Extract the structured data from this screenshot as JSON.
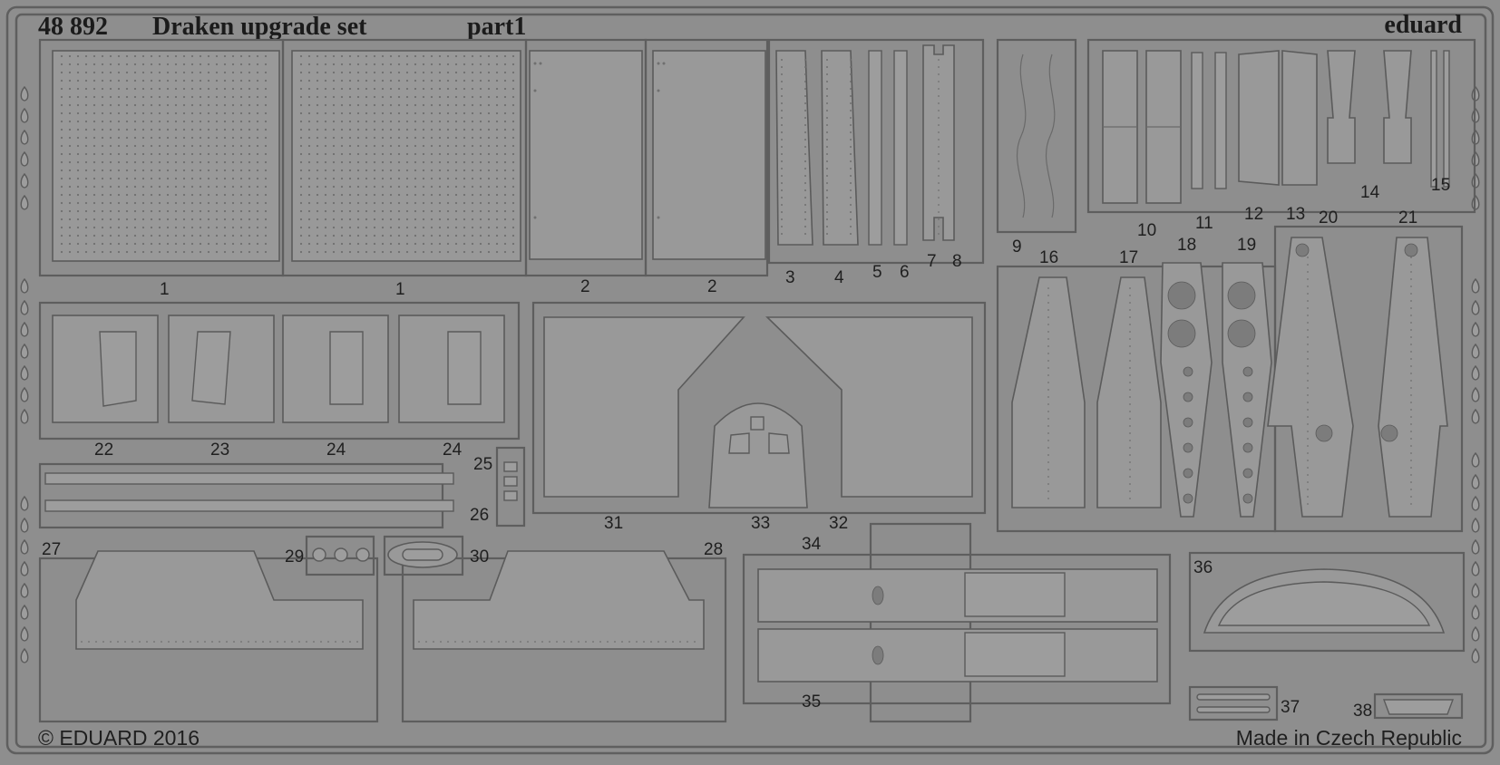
{
  "header": {
    "set_code": "48 892",
    "set_name": "Draken upgrade set",
    "part_label": "part1",
    "brand": "eduard"
  },
  "footer": {
    "copyright": "© EDUARD 2016",
    "origin": "Made in Czech Republic"
  },
  "part_numbers": {
    "n1a": "1",
    "n1b": "1",
    "n2a": "2",
    "n2b": "2",
    "n3": "3",
    "n4": "4",
    "n5": "5",
    "n6": "6",
    "n7": "7",
    "n8": "8",
    "n9": "9",
    "n10": "10",
    "n11": "11",
    "n12": "12",
    "n13": "13",
    "n14": "14",
    "n15": "15",
    "n16": "16",
    "n17": "17",
    "n18": "18",
    "n19": "19",
    "n20": "20",
    "n21": "21",
    "n22": "22",
    "n23": "23",
    "n24a": "24",
    "n24b": "24",
    "n25": "25",
    "n26": "26",
    "n27": "27",
    "n28": "28",
    "n29": "29",
    "n30": "30",
    "n31": "31",
    "n32": "32",
    "n33": "33",
    "n34": "34",
    "n35": "35",
    "n36": "36",
    "n37": "37",
    "n38": "38"
  },
  "colors": {
    "fret": "#8e8e8e",
    "part": "#999999",
    "outline": "#5b5b5b",
    "text": "#1f1f1f"
  }
}
